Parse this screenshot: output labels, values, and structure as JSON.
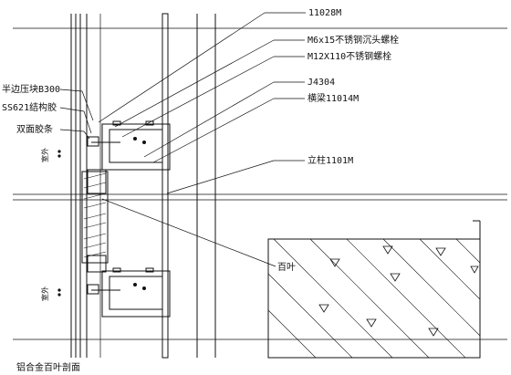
{
  "title": "铝合金百叶剖面",
  "labels": {
    "profile_11028m": "11028M",
    "screw_m6x15": "M6x15不锈钢沉头螺栓",
    "bolt_m12x110": "M12X110不锈钢螺栓",
    "j4304": "J4304",
    "crossbeam": "横梁11014M",
    "half_pressure_block": "半边压块B300",
    "structural_sealant": "SS621结构胶",
    "double_sided_tape": "双面胶条",
    "mullion": "立柱1101M",
    "louver": "百叶",
    "outdoor_top": "室外",
    "outdoor_bottom": "室外"
  }
}
